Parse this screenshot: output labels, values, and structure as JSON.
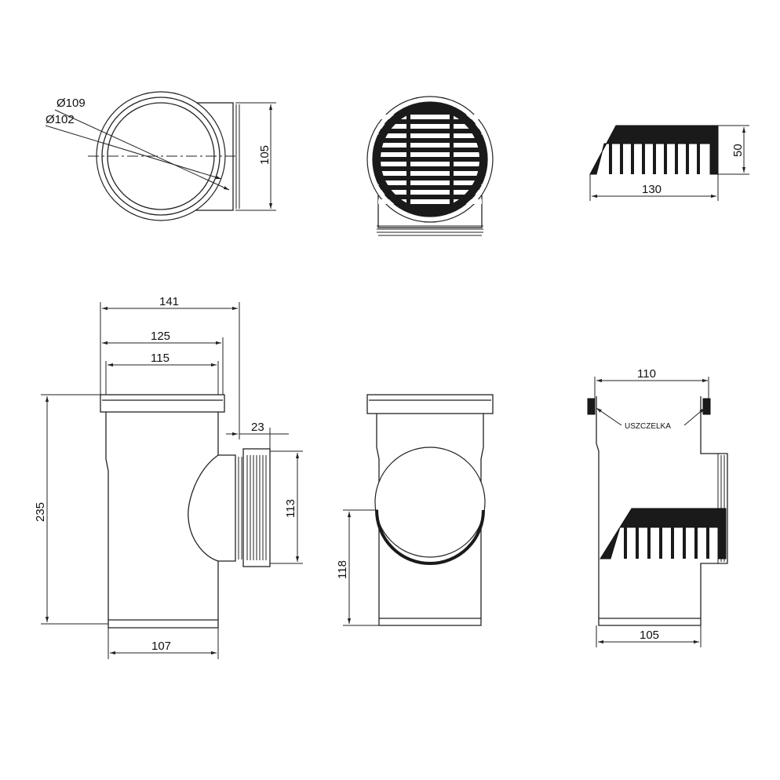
{
  "views": {
    "top_left": {
      "dia_outer": "Ø109",
      "dia_inner": "Ø102",
      "height": "105"
    },
    "top_right": {
      "width": "130",
      "height": "50"
    },
    "bottom_left": {
      "width_total": "141",
      "width_socket": "125",
      "width_inner": "115",
      "branch_depth": "23",
      "height_total": "235",
      "branch_height": "113",
      "bottom_width": "107"
    },
    "bottom_middle": {
      "branch_axis_height": "118"
    },
    "bottom_right": {
      "top_width": "110",
      "seal_label": "USZCZELKA",
      "bottom_width": "105"
    }
  }
}
